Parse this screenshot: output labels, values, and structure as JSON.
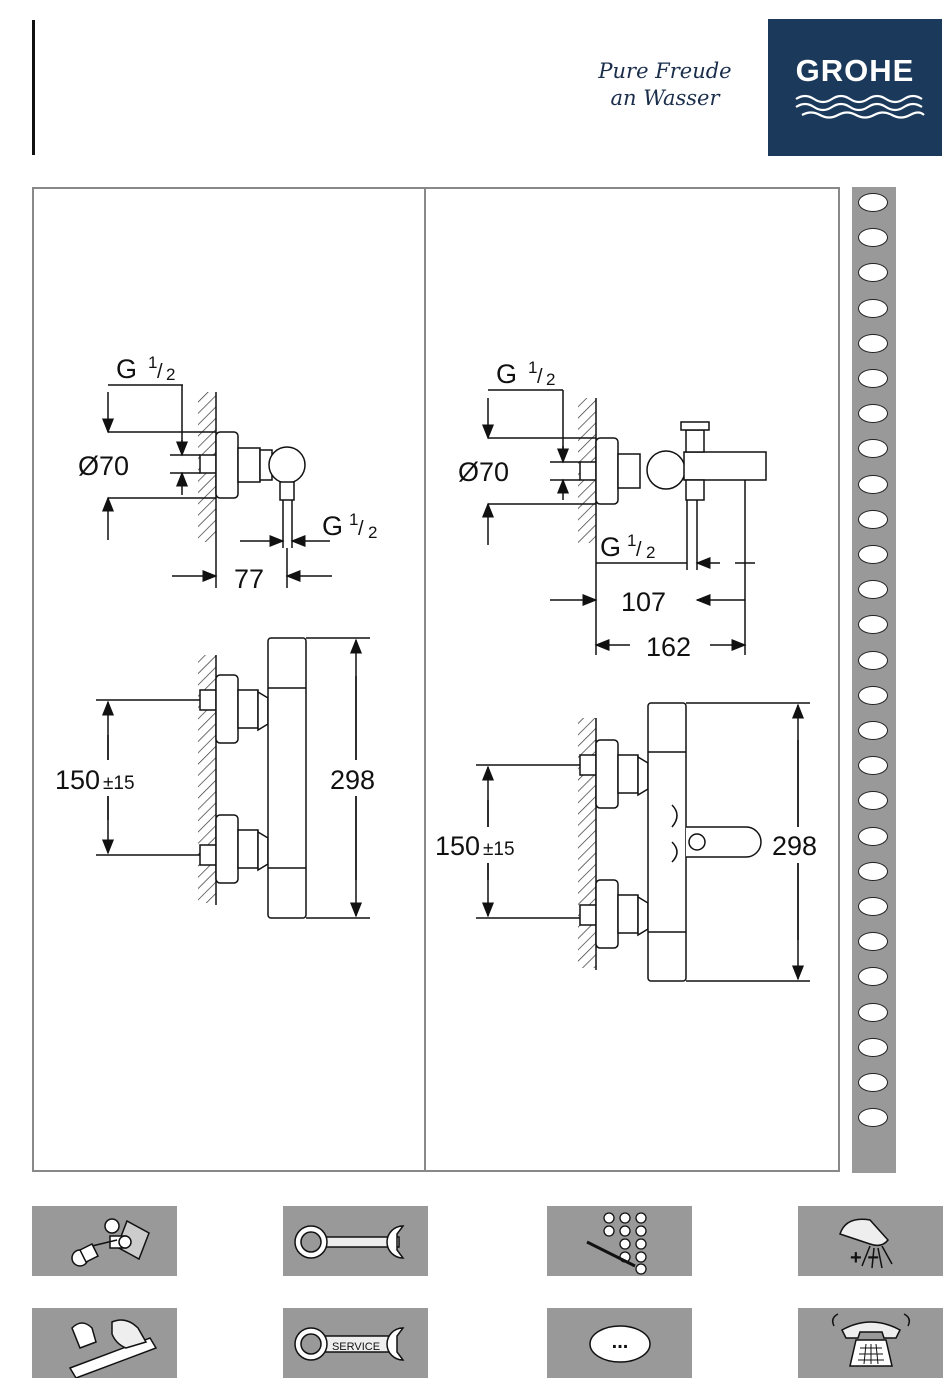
{
  "header": {
    "tagline_line1": "Pure Freude",
    "tagline_line2": "an Wasser",
    "brand": "GROHE"
  },
  "drawing_left": {
    "thread_top": {
      "g": "G",
      "num": "1",
      "den": "2"
    },
    "diameter": "Ø70",
    "thread_outlet": {
      "g": "G",
      "num": "1",
      "den": "2"
    },
    "depth": "77",
    "spacing": "150",
    "spacing_tol": "±15",
    "height": "298"
  },
  "drawing_right": {
    "thread_top": {
      "g": "G",
      "num": "1",
      "den": "2"
    },
    "diameter": "Ø70",
    "thread_outlet": {
      "g": "G",
      "num": "1",
      "den": "2"
    },
    "depth_short": "107",
    "depth_long": "162",
    "spacing": "150",
    "spacing_tol": "±15",
    "height": "298"
  },
  "language_selector": {
    "count": 27
  },
  "icons": {
    "row1": [
      "installation-icon",
      "spare-parts-wrench-icon",
      "pattern-dots-icon",
      "flow-adjust-icon"
    ],
    "row1_flow_symbols": "+  −",
    "row2": [
      "handle-mounting-icon",
      "service-wrench-icon",
      "more-icon",
      "telephone-icon"
    ],
    "service_label": "SERVICE",
    "more_label": "..."
  }
}
